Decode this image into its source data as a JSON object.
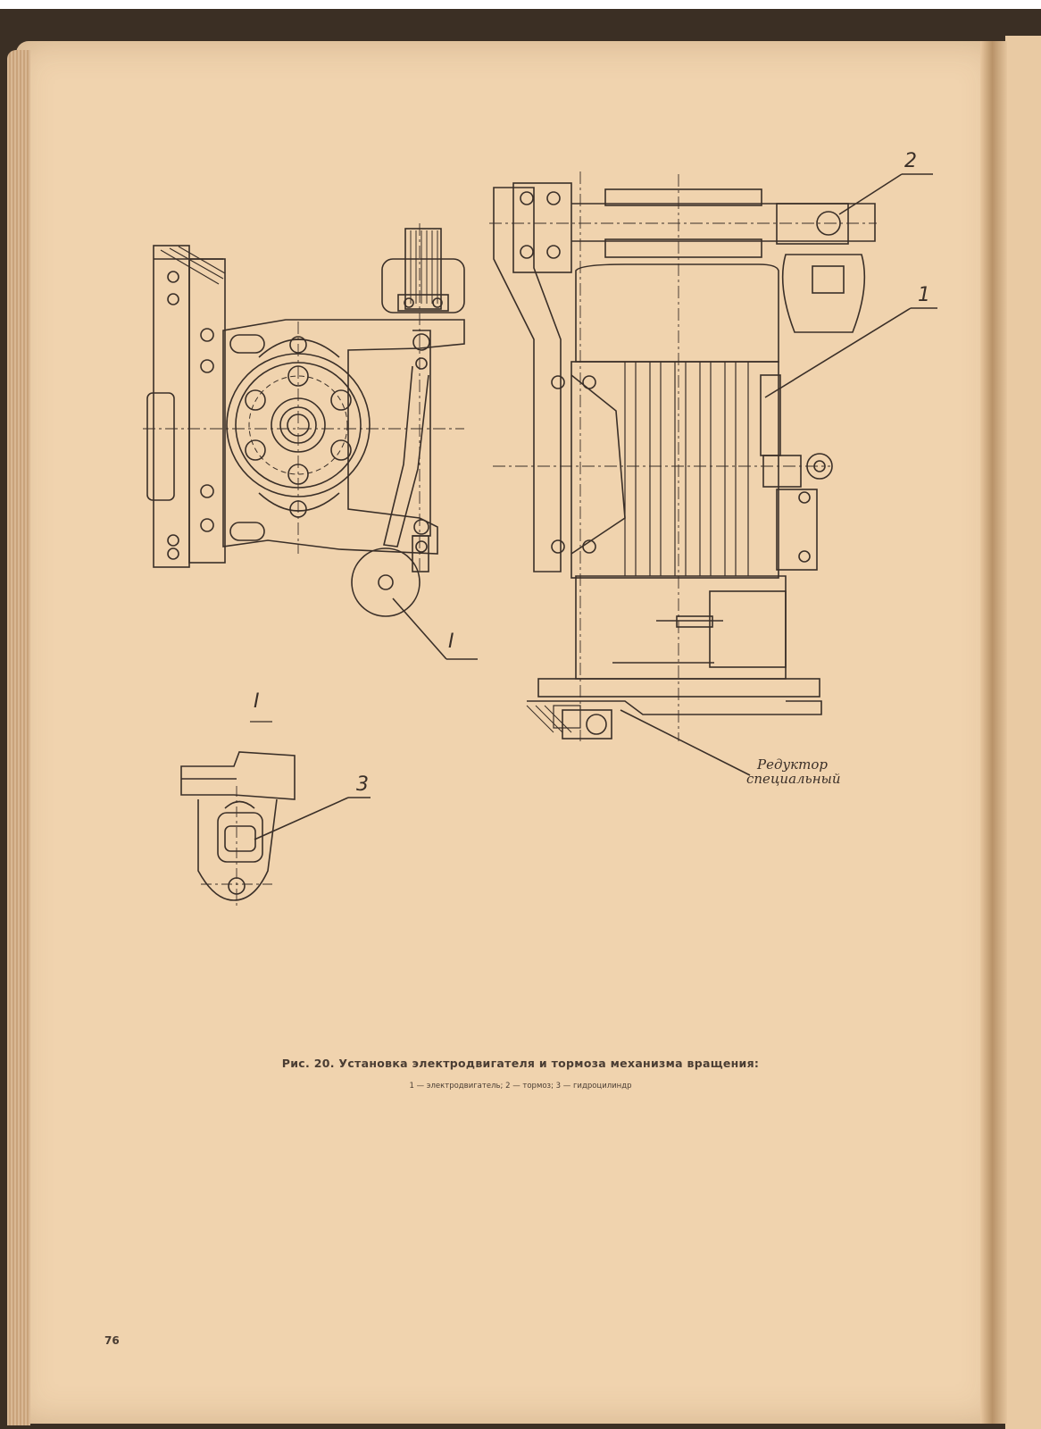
{
  "figure": {
    "part_labels": {
      "motor": "1",
      "brake": "2",
      "cylinder": "3",
      "detail_mark": "I",
      "detail_title": "I"
    },
    "reducer_label_line1": "Редуктор",
    "reducer_label_line2": "специальный"
  },
  "caption": {
    "title": "Рис. 20. Установка электродвигателя и тормоза механизма вращения:",
    "legend": "1 — электродвигатель; 2 — тормоз; 3 — гидроцилиндр"
  },
  "page_number": "76",
  "colors": {
    "paper": "#f0d3ae",
    "ink": "#3a2f28"
  }
}
